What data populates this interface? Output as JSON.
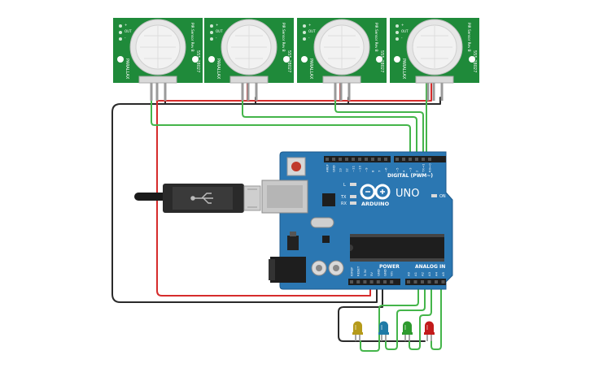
{
  "pir_sensors": [
    {
      "code": "555-28027",
      "brand": "PARALLAX",
      "side_label": "PIR Sensor Rev B",
      "pin_labels": [
        "+",
        "OUT",
        "-"
      ]
    },
    {
      "code": "555-28027",
      "brand": "PARALLAX",
      "side_label": "PIR Sensor Rev B",
      "pin_labels": [
        "+",
        "OUT",
        "-"
      ]
    },
    {
      "code": "555-28027",
      "brand": "PARALLAX",
      "side_label": "PIR Sensor Rev B",
      "pin_labels": [
        "+",
        "OUT",
        "-"
      ]
    },
    {
      "code": "555-28027",
      "brand": "PARALLAX",
      "side_label": "PIR Sensor Rev B",
      "pin_labels": [
        "+",
        "OUT",
        "-"
      ]
    }
  ],
  "arduino": {
    "brand": "ARDUINO",
    "model": "UNO",
    "digital_label": "DIGITAL (PWM~)",
    "power_label": "POWER",
    "analog_label": "ANALOG IN",
    "on_label": "ON",
    "led_labels": [
      "L",
      "TX",
      "RX"
    ],
    "digital_pins": [
      "AREF",
      "GND",
      "13",
      "12",
      "~11",
      "~10",
      "~9",
      "8",
      "7",
      "~6",
      "~5",
      "4",
      "~3",
      "2",
      "TX→1",
      "RX←0"
    ],
    "power_pins": [
      "IOREF",
      "RESET",
      "3.3V",
      "5V",
      "GND",
      "GND",
      "Vin"
    ],
    "analog_pins": [
      "A0",
      "A1",
      "A2",
      "A3",
      "A4",
      "A5"
    ]
  },
  "leds": [
    {
      "color": "#b59a1a"
    },
    {
      "color": "#1f7aa6"
    },
    {
      "color": "#2e9a2e"
    },
    {
      "color": "#c21a1a"
    }
  ],
  "colors": {
    "board": "#2b77b2",
    "board_dark": "#1c5a8c",
    "pir_board": "#1f8a3a",
    "wire_red": "#d62c2c",
    "wire_black": "#2a2a2a",
    "wire_green": "#44b54a"
  }
}
